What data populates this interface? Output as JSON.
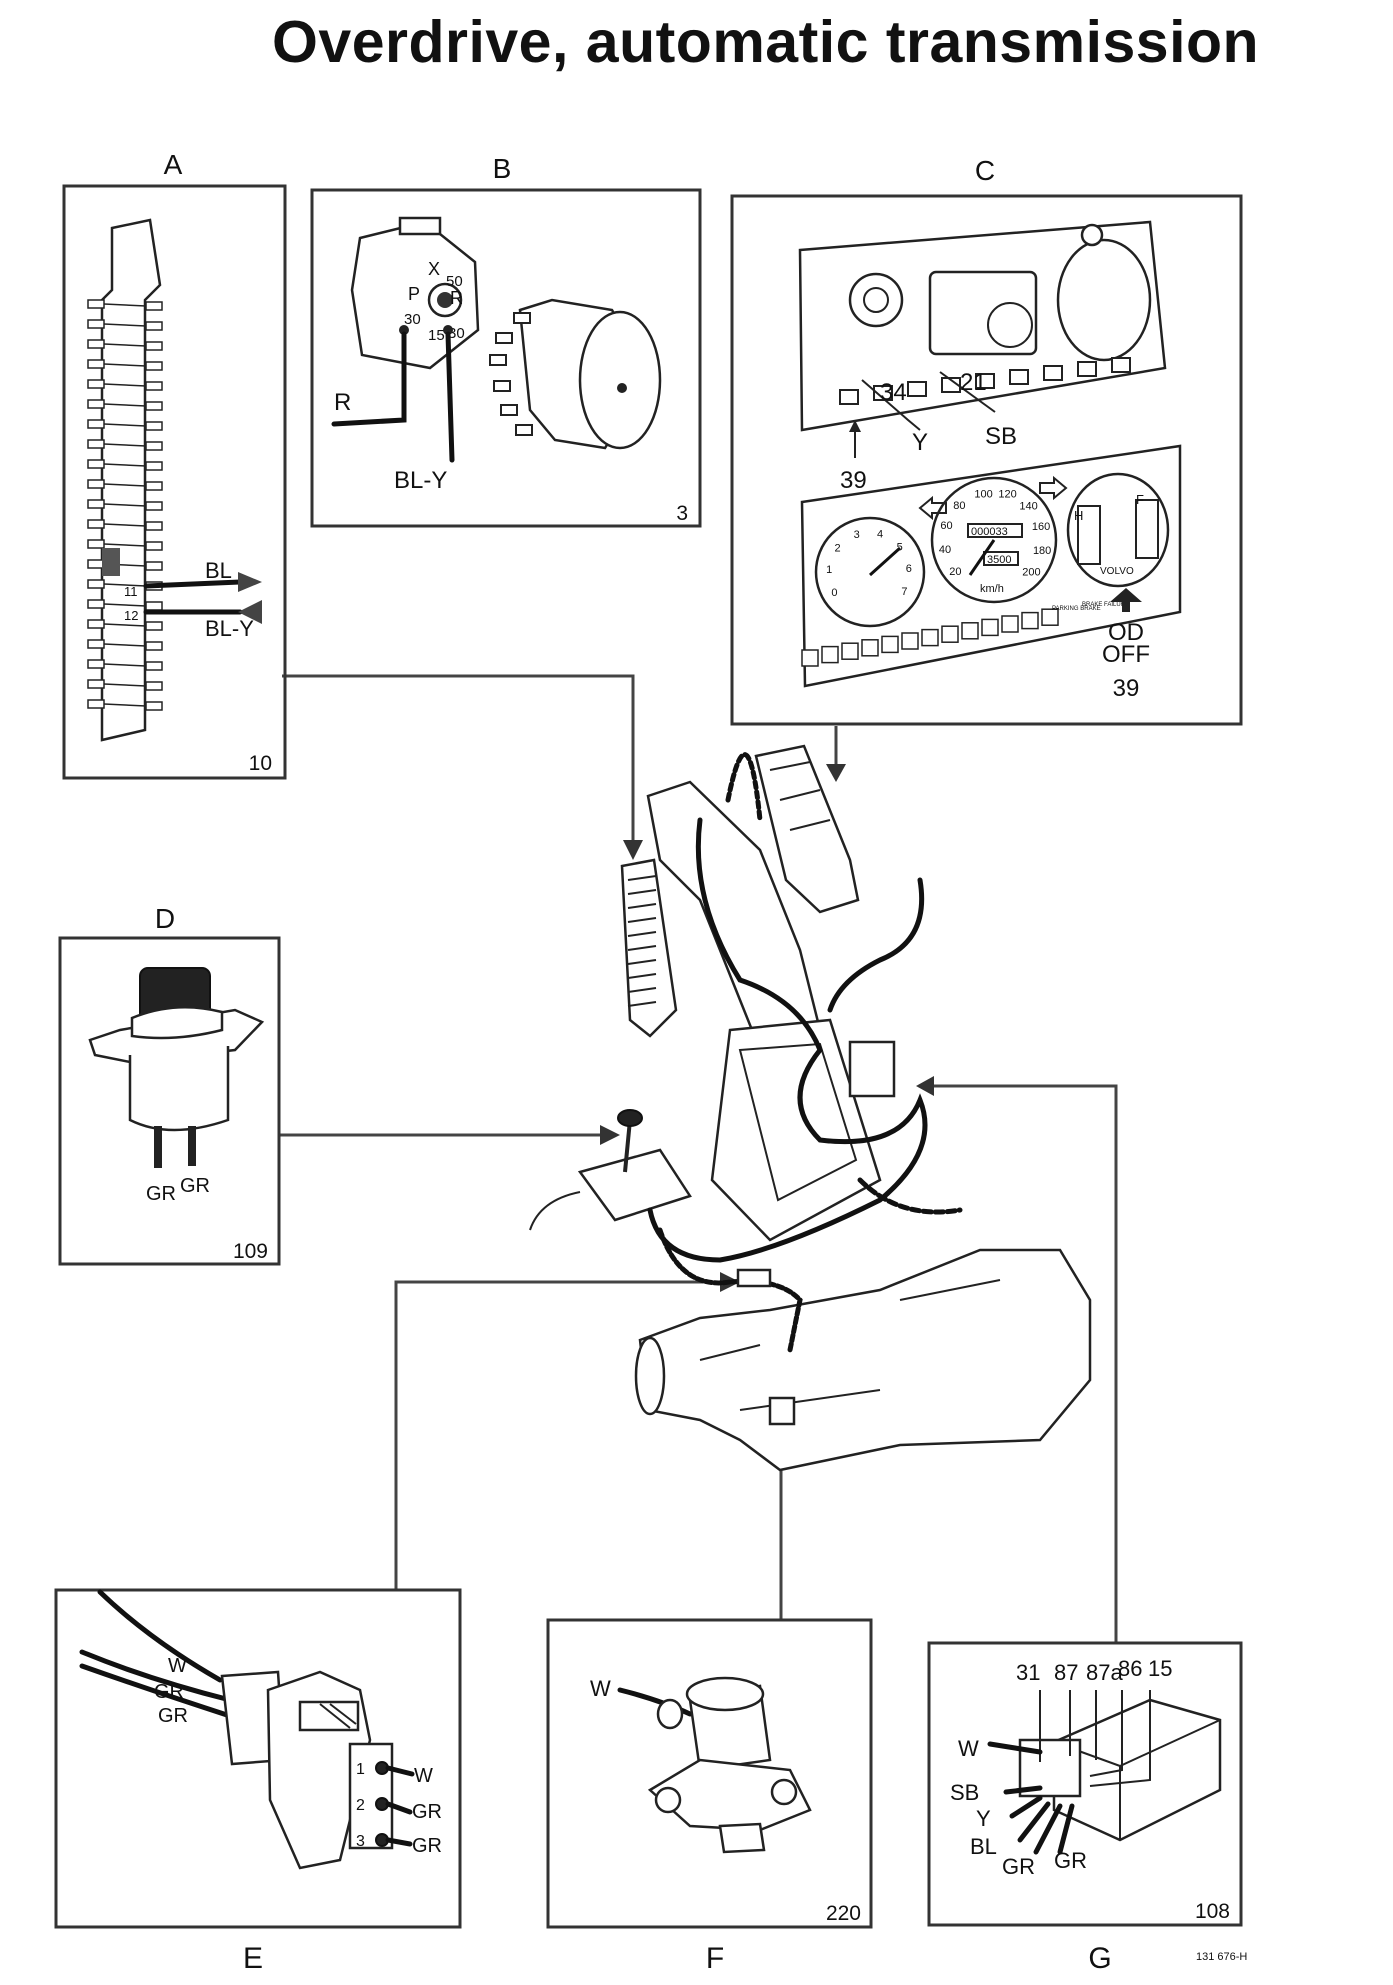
{
  "title": "Overdrive, automatic transmission",
  "panels": {
    "A": {
      "letter": "A",
      "number": "10",
      "pins": [
        "11",
        "12"
      ],
      "wires": [
        "BL",
        "BL-Y"
      ]
    },
    "B": {
      "letter": "B",
      "number": "3",
      "switch_marks": [
        "X",
        "50",
        "P",
        "R",
        "30",
        "15",
        "30"
      ],
      "wires": [
        "R",
        "BL-Y"
      ]
    },
    "C": {
      "letter": "C",
      "number": "39",
      "wire_numbers": [
        "34",
        "21",
        "39"
      ],
      "wires": [
        "Y",
        "SB"
      ],
      "indicator": [
        "OD",
        "OFF"
      ],
      "gauge_unit": "km/h",
      "speed_ticks": [
        "20",
        "40",
        "60",
        "80",
        "100",
        "120",
        "140",
        "160",
        "180",
        "200"
      ],
      "odometer": "000033",
      "trip": "3500",
      "brand": "VOLVO",
      "tach_ticks": [
        "0",
        "1",
        "2",
        "3",
        "4",
        "5",
        "6",
        "7"
      ],
      "temp_marks": [
        "H"
      ],
      "fuel_marks": [
        "F"
      ],
      "warn_labels": [
        "PARKING BRAKE",
        "BRAKE FAILURE"
      ]
    },
    "D": {
      "letter": "D",
      "number": "109",
      "wires": [
        "GR",
        "GR"
      ]
    },
    "E": {
      "letter": "E",
      "wires_in": [
        "W",
        "GR",
        "GR"
      ],
      "pins": [
        "1",
        "2",
        "3"
      ],
      "wires_out": [
        "W",
        "GR",
        "GR"
      ]
    },
    "F": {
      "letter": "F",
      "number": "220",
      "wires": [
        "W"
      ]
    },
    "G": {
      "letter": "G",
      "number": "108",
      "terminals": [
        "31",
        "87",
        "87a",
        "86",
        "15"
      ],
      "wires": [
        "W",
        "SB",
        "Y",
        "BL",
        "GR",
        "GR"
      ]
    }
  },
  "ref_code": "131 676-H"
}
